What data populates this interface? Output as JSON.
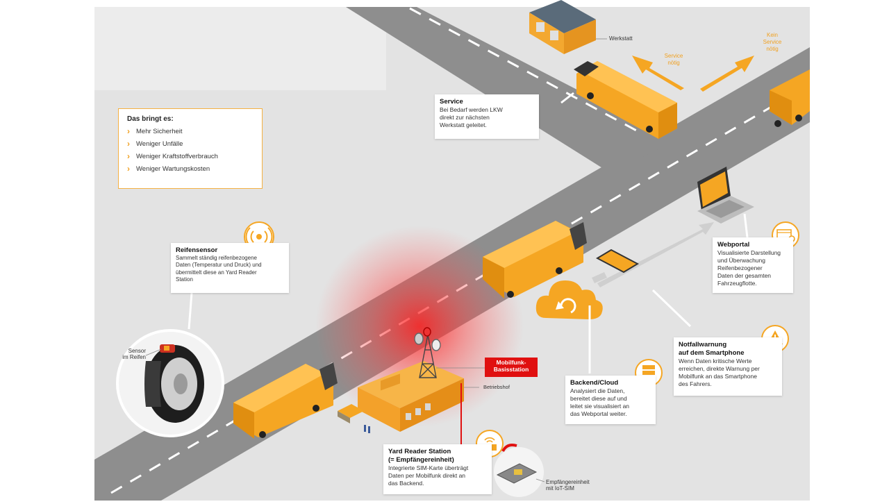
{
  "benefits": {
    "title": "Das bringt es:",
    "items": [
      "Mehr Sicherheit",
      "Weniger Unfälle",
      "Weniger Kraftstoffverbrauch",
      "Weniger Wartungskosten"
    ]
  },
  "service": {
    "title": "Service",
    "text": [
      "Bei Bedarf werden LKW",
      "direkt zur nächsten",
      "Werkstatt geleitet."
    ]
  },
  "werkstatt_label": "Werkstatt",
  "service_noetig": [
    "Service",
    "nötig"
  ],
  "kein_service": [
    "Kein",
    "Service",
    "nötig"
  ],
  "reifensensor": {
    "title": "Reifensensor",
    "text": [
      "Sammelt ständig reifenbezogene",
      "Daten (Temperatur und Druck) und",
      "übermittelt diese an Yard Reader",
      "Station"
    ]
  },
  "sensor_label": [
    "Sensor",
    "im Reifen"
  ],
  "webportal": {
    "title": "Webportal",
    "text": [
      "Visualisierte Darstellung",
      "und Überwachung",
      "Reifenbezogener",
      "Daten der gesamten",
      "Fahrzeugflotte."
    ]
  },
  "mobilfunk": [
    "Mobilfunk-",
    "Basisstation"
  ],
  "betriebshof_label": "Betriebshof",
  "backend": {
    "title": "Backend/Cloud",
    "text": [
      "Analysiert die Daten,",
      "bereitet diese auf und",
      "leitet sie visualisiert an",
      "das Webportal weiter."
    ]
  },
  "notfall": {
    "title": [
      "Notfallwarnung",
      "auf dem Smartphone"
    ],
    "text": [
      "Wenn Daten kritische Werte",
      "erreichen, direkte Warnung per",
      "Mobilfunk an das Smartphone",
      "des Fahrers."
    ]
  },
  "yard": {
    "title": [
      "Yard Reader Station",
      "(= Empfängereinheit)"
    ],
    "text": [
      "Integrierte SIM-Karte überträgt",
      "Daten per Mobilfunk direkt an",
      "das Backend."
    ]
  },
  "empfaenger_label": [
    "Empfängereinheit",
    "mit IoT-SIM"
  ],
  "colors": {
    "orange": "#f5a623",
    "orange_dark": "#d98a10",
    "road": "#8f8f8f",
    "ground": "#e2e2e2",
    "red": "#e01010"
  },
  "icons": [
    "signal-waves-icon",
    "database-icon",
    "warning-icon",
    "browser-search-icon",
    "wifi-router-icon",
    "cloud-icon",
    "sim-card-icon",
    "smartphone-icon",
    "laptop-icon",
    "antenna-tower-icon"
  ]
}
